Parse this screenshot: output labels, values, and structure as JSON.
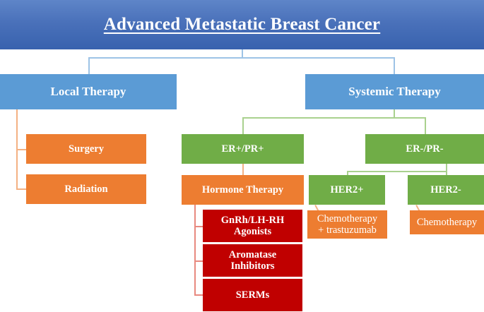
{
  "diagram": {
    "title": "Advanced Metastatic Breast Cancer",
    "colors": {
      "title_gradient_top": "#5e85c8",
      "title_gradient_bottom": "#3862ae",
      "blue": "#5b9bd5",
      "green": "#70ad47",
      "orange": "#ed7d31",
      "dark_red": "#c00000",
      "connector_blue": "#9dc3e6",
      "connector_green": "#a9d18e",
      "connector_orange": "#f4b183",
      "connector_red": "#e8897f",
      "text": "#ffffff"
    },
    "branches": {
      "local_therapy": "Local Therapy",
      "systemic_therapy": "Systemic Therapy"
    },
    "local_options": [
      "Surgery",
      "Radiation"
    ],
    "receptor_status": {
      "positive": "ER+/PR+",
      "negative": "ER-/PR-"
    },
    "hormone_therapy": "Hormone Therapy",
    "hormone_agents": [
      {
        "line1": "GnRh/LH-RH",
        "line2": "Agonists"
      },
      {
        "line1": "Aromatase",
        "line2": "Inhibitors"
      },
      {
        "line1": "SERMs",
        "line2": ""
      }
    ],
    "her2": {
      "positive": "HER2+",
      "negative": "HER2-"
    },
    "her2_treatments": {
      "positive_line1": "Chemotherapy",
      "positive_line2": "+ trastuzumab",
      "negative": "Chemotherapy"
    }
  }
}
